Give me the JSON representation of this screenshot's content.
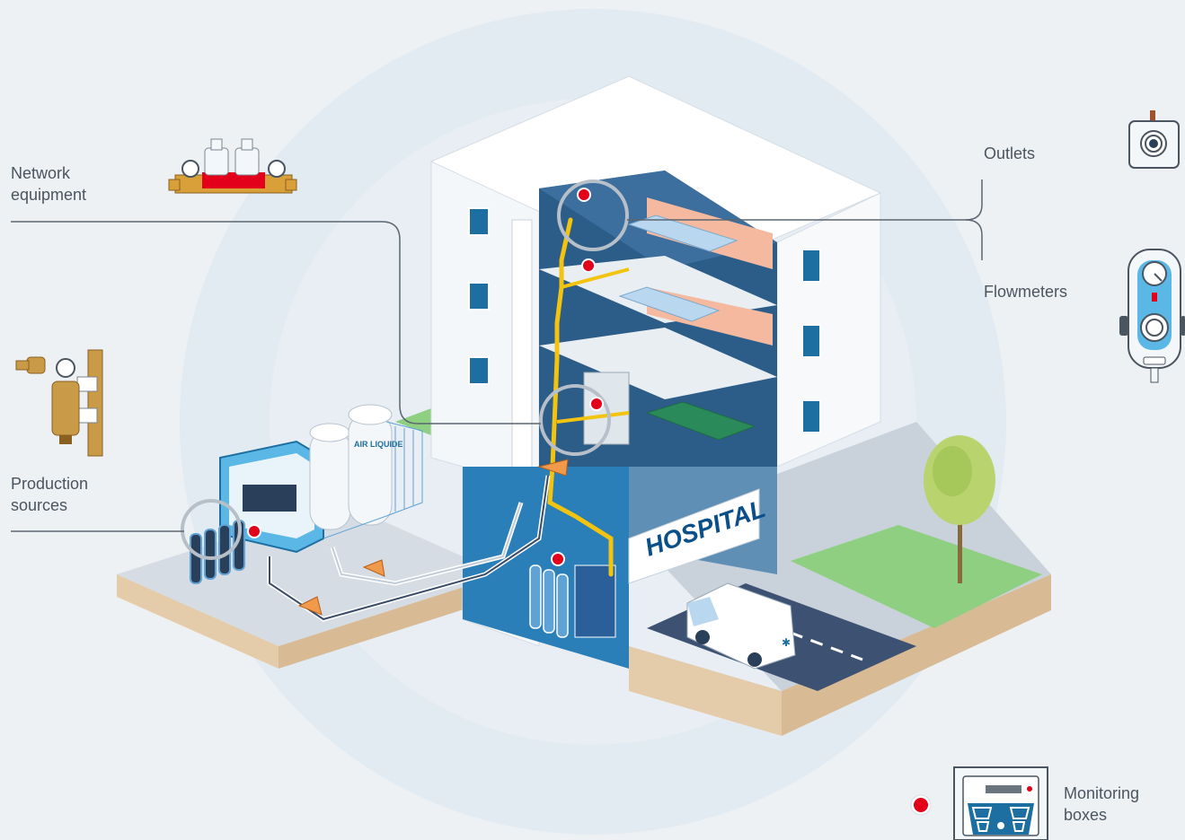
{
  "labels": {
    "network_equipment": [
      "Network",
      "equipment"
    ],
    "production_sources": [
      "Production",
      "sources"
    ],
    "outlets": "Outlets",
    "flowmeters": "Flowmeters",
    "monitoring_boxes": [
      "Monitoring",
      "boxes"
    ]
  },
  "signage": {
    "hospital": "HOSPITAL",
    "tank_brand": "AIR LIQUIDE"
  },
  "colors": {
    "background": "#eef1f4",
    "halo": "#dde6ee",
    "gas_pipe": "#f2c40f",
    "alarm_red": "#e2001a",
    "building_blue": "#1c6fa0",
    "grass": "#8fcf82",
    "road": "#3d5273",
    "soil": "#e0c8a8"
  },
  "icons": [
    "network-equipment-icon",
    "production-source-icon",
    "outlet-icon",
    "flowmeter-icon",
    "monitoring-box-icon",
    "alarm-dot-icon",
    "tree-icon",
    "ambulance-icon"
  ]
}
